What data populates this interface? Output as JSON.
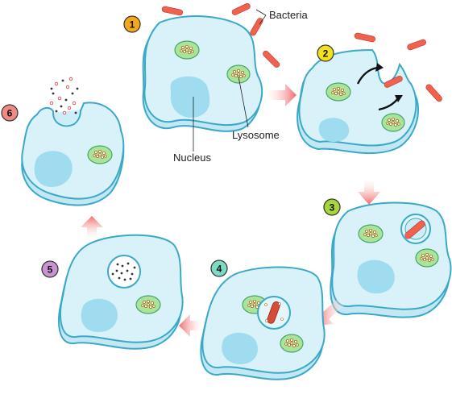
{
  "labels": {
    "bacteria": "Bacteria",
    "nucleus": "Nucleus",
    "lysosome": "Lysosome"
  },
  "steps": [
    {
      "number": "1",
      "color": "#f2a81d"
    },
    {
      "number": "2",
      "color": "#f2e21d"
    },
    {
      "number": "3",
      "color": "#a6d63a"
    },
    {
      "number": "4",
      "color": "#7ddbc4"
    },
    {
      "number": "5",
      "color": "#c893cf"
    },
    {
      "number": "6",
      "color": "#ef8a86"
    }
  ],
  "colors": {
    "cell_fill": "#d6f1f9",
    "cell_stroke": "#3aa9c9",
    "nucleus_fill": "#9fdcef",
    "lysosome_fill": "#a9e49a",
    "bacteria": "#f0624d",
    "arrow": "#f06b6b"
  }
}
